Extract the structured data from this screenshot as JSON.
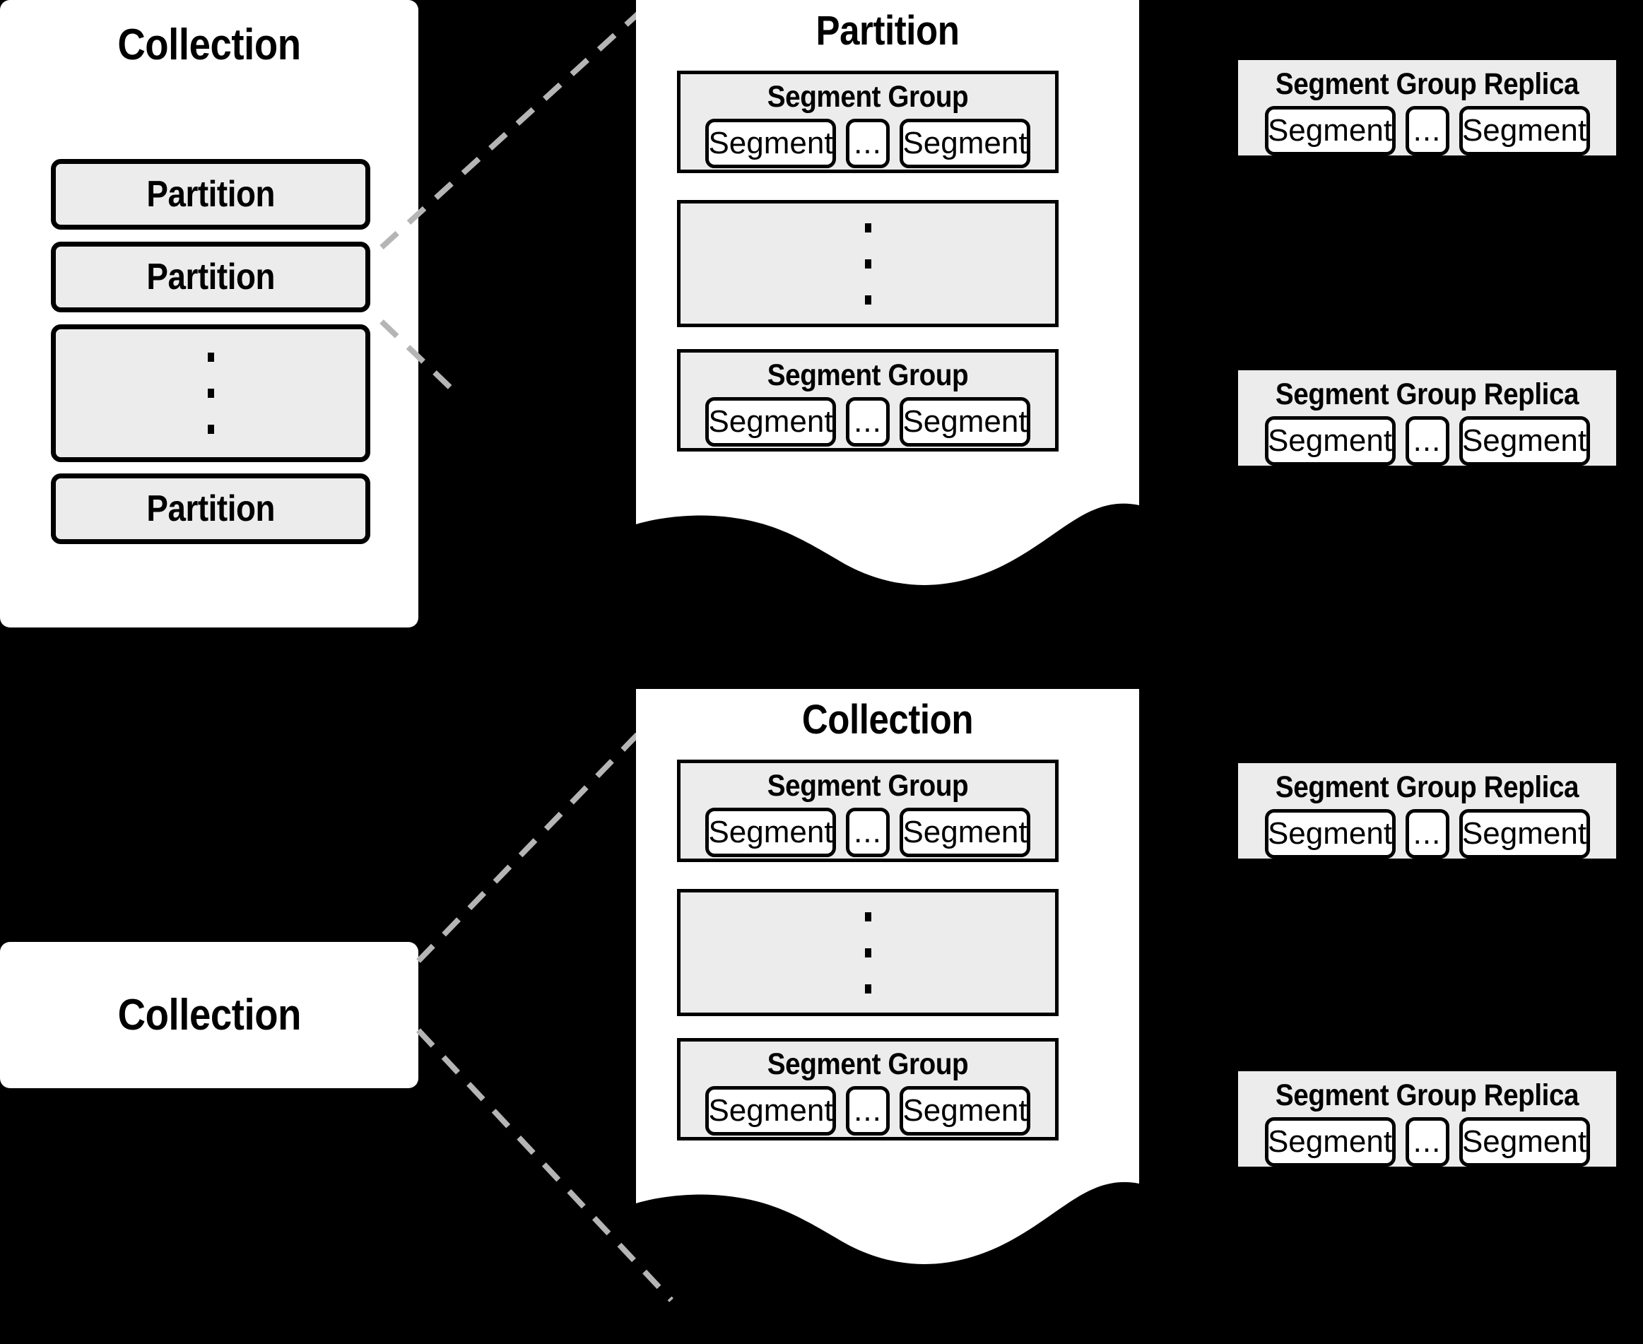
{
  "diagram": {
    "title": "Collection / Partition / Segment Group storage hierarchy",
    "colors": {
      "background": "#000000",
      "paper": "#ffffff",
      "group_fill": "#ececec",
      "stroke": "#000000",
      "connector": "#b5b5b5"
    },
    "labels": {
      "collection": "Collection",
      "partition": "Partition",
      "segment_group": "Segment Group",
      "segment_group_replica": "Segment Group Replica",
      "segment": "Segment",
      "ellipsis": "..."
    }
  },
  "top_row": {
    "collection_panel": {
      "title": "Collection",
      "partitions": [
        {
          "label": "Partition"
        },
        {
          "label": "Partition"
        },
        {
          "label": "",
          "is_ellipsis": true
        },
        {
          "label": "Partition"
        }
      ]
    },
    "partition_panel": {
      "title": "Partition",
      "groups": [
        {
          "title": "Segment Group",
          "segments": [
            "Segment",
            "...",
            "Segment"
          ]
        },
        {
          "title": "",
          "is_ellipsis": true,
          "segments": []
        },
        {
          "title": "Segment Group",
          "segments": [
            "Segment",
            "...",
            "Segment"
          ]
        }
      ]
    },
    "replicas": [
      {
        "title": "Segment Group Replica",
        "segments": [
          "Segment",
          "...",
          "Segment"
        ]
      },
      {
        "title": "Segment Group Replica",
        "segments": [
          "Segment",
          "...",
          "Segment"
        ]
      }
    ]
  },
  "bottom_row": {
    "collection_box": {
      "title": "Collection"
    },
    "collection_panel": {
      "title": "Collection",
      "groups": [
        {
          "title": "Segment Group",
          "segments": [
            "Segment",
            "...",
            "Segment"
          ]
        },
        {
          "title": "",
          "is_ellipsis": true,
          "segments": []
        },
        {
          "title": "Segment Group",
          "segments": [
            "Segment",
            "...",
            "Segment"
          ]
        }
      ]
    },
    "replicas": [
      {
        "title": "Segment Group Replica",
        "segments": [
          "Segment",
          "...",
          "Segment"
        ]
      },
      {
        "title": "Segment Group Replica",
        "segments": [
          "Segment",
          "...",
          "Segment"
        ]
      }
    ]
  }
}
